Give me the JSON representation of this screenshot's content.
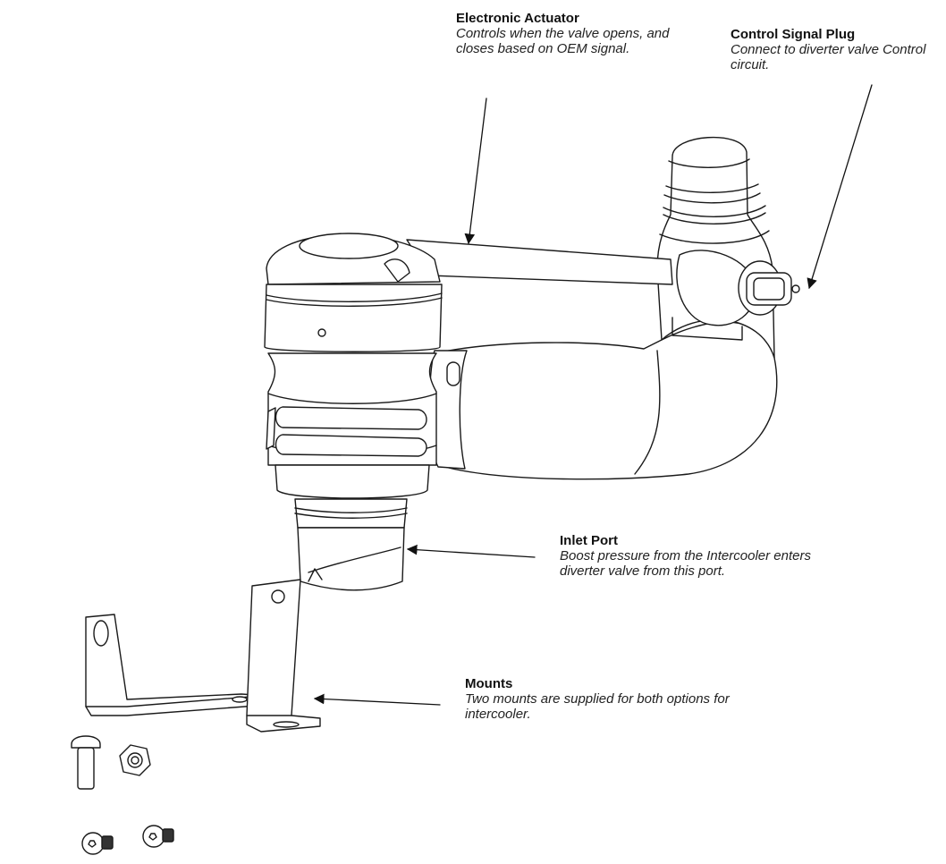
{
  "diagram": {
    "subject": "Diverter valve assembly with mounting hardware",
    "line_color": "#1a1a1a",
    "callouts": [
      {
        "id": "electronic-actuator",
        "title": "Electronic Actuator",
        "description": "Controls when the valve opens, and closes based on OEM signal."
      },
      {
        "id": "control-signal-plug",
        "title": "Control Signal Plug",
        "description": "Connect to diverter valve Control circuit."
      },
      {
        "id": "inlet-port",
        "title": "Inlet Port",
        "description": "Boost pressure from the Intercooler enters diverter valve from this port."
      },
      {
        "id": "mounts",
        "title": "Mounts",
        "description": "Two mounts are supplied for both options for intercooler."
      }
    ],
    "parts": [
      {
        "name": "valve-body"
      },
      {
        "name": "elbow-pipe"
      },
      {
        "name": "signal-cable"
      },
      {
        "name": "signal-plug-connector"
      },
      {
        "name": "mount-bracket-left"
      },
      {
        "name": "mount-bracket-right"
      },
      {
        "name": "bolt"
      },
      {
        "name": "hex-nut"
      },
      {
        "name": "button-head-screw"
      },
      {
        "name": "button-head-screw"
      }
    ]
  }
}
